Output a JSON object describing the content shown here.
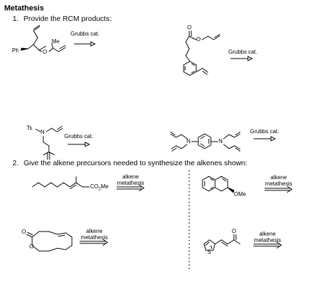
{
  "title": "Metathesis",
  "q1": {
    "number": "1.",
    "text": "Provide the RCM products:"
  },
  "q2": {
    "number": "2.",
    "text": "Give the alkene precursors needed to synthesize the alkenes shown:"
  },
  "reagents": {
    "grubbs1": "Grubbs cat.",
    "grubbs2": "Grubbs cat.",
    "grubbs3": "Grubbs cat.",
    "grubbs4": "Grubbs cat."
  },
  "atom_labels": {
    "me": "Me",
    "ph": "Ph",
    "o1": "O",
    "o_ester_carbonyl": "O",
    "o_ester": "O",
    "ts": "Ts",
    "n_ts": "N",
    "n_left": "N",
    "n_right": "N",
    "co2me_co": "CO",
    "co2me_sub": "2",
    "co2me_me": "Me",
    "ome": "OMe",
    "o_lactone_carbonyl": "O",
    "o_lactone": "O",
    "o_ketone": "O",
    "s": "S"
  },
  "metathesis_labels": {
    "m1": {
      "line1": "alkene",
      "line2": "metathesis"
    },
    "m2": {
      "line1": "alkene",
      "line2": "metathesis"
    },
    "m3": {
      "line1": "alkene",
      "line2": "metathesis"
    },
    "m4": {
      "line1": "alkene",
      "line2": "metathesis"
    }
  }
}
